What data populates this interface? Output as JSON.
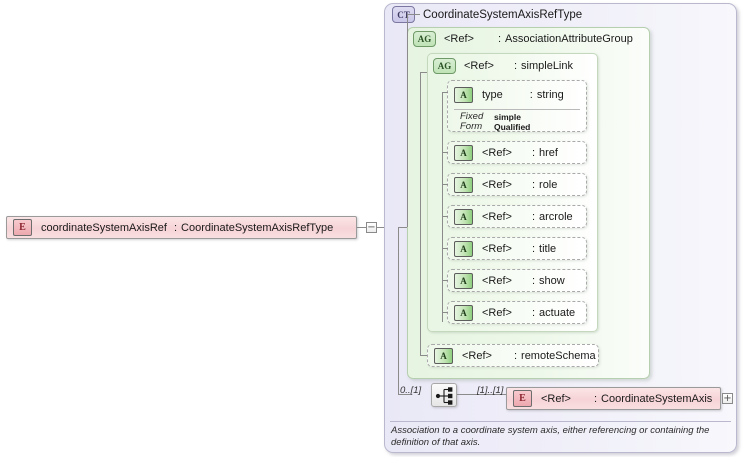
{
  "diagram": {
    "kind": "xsd-schema-diagram",
    "root_element": {
      "badge": "E",
      "name": "coordinateSystemAxisRef",
      "separator": ":",
      "type": "CoordinateSystemAxisRefType",
      "toggle": "−"
    },
    "complex_type": {
      "badge": "CT",
      "name": "CoordinateSystemAxisRefType"
    },
    "attribute_group": {
      "badge": "AG",
      "ref": "<Ref>",
      "separator": ":",
      "name": "AssociationAttributeGroup"
    },
    "simple_link_group": {
      "badge": "AG",
      "ref": "<Ref>",
      "separator": ":",
      "name": "simpleLink"
    },
    "type_attribute": {
      "badge": "A",
      "name": "type",
      "separator": ":",
      "type": "string",
      "properties": [
        {
          "key": "Fixed",
          "value": "simple"
        },
        {
          "key": "Form",
          "value": "Qualified"
        }
      ]
    },
    "attributes": [
      {
        "badge": "A",
        "ref": "<Ref>",
        "separator": ":",
        "name": "href"
      },
      {
        "badge": "A",
        "ref": "<Ref>",
        "separator": ":",
        "name": "role"
      },
      {
        "badge": "A",
        "ref": "<Ref>",
        "separator": ":",
        "name": "arcrole"
      },
      {
        "badge": "A",
        "ref": "<Ref>",
        "separator": ":",
        "name": "title"
      },
      {
        "badge": "A",
        "ref": "<Ref>",
        "separator": ":",
        "name": "show"
      },
      {
        "badge": "A",
        "ref": "<Ref>",
        "separator": ":",
        "name": "actuate"
      }
    ],
    "remote_schema_attribute": {
      "badge": "A",
      "ref": "<Ref>",
      "separator": ":",
      "name": "remoteSchema"
    },
    "sequence": {
      "icon": "choice-connector-icon",
      "left_cardinality": "0..[1]",
      "right_cardinality": "[1]..[1]"
    },
    "child_element": {
      "badge": "E",
      "ref": "<Ref>",
      "separator": ":",
      "name": "CoordinateSystemAxis",
      "toggle": "+"
    },
    "documentation": "Association to a coordinate system axis, either referencing or containing the definition of that axis."
  },
  "colors": {
    "element_fill": "#f6d3d6",
    "element_badge": "#eda9af",
    "complextype_fill": "#eeedf8",
    "complextype_badge": "#c9c6e8",
    "attrgroup_fill": "#eef8ea",
    "attrgroup_badge": "#bfe3b6",
    "attribute_badge": "#8fcf7f",
    "line": "#8b8b8b"
  }
}
